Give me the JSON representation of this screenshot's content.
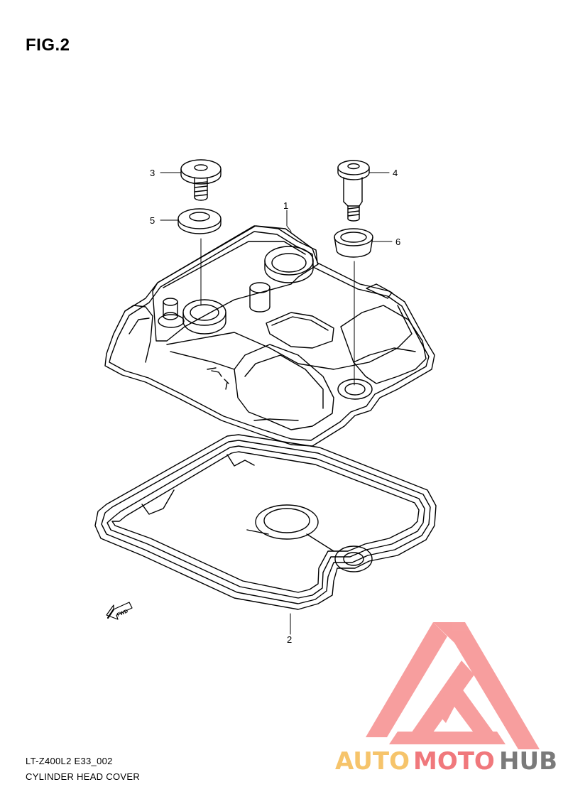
{
  "figure": {
    "title": "FIG.2"
  },
  "callouts": [
    {
      "id": "1",
      "label": "1"
    },
    {
      "id": "2",
      "label": "2"
    },
    {
      "id": "3",
      "label": "3"
    },
    {
      "id": "4",
      "label": "4"
    },
    {
      "id": "5",
      "label": "5"
    },
    {
      "id": "6",
      "label": "6"
    }
  ],
  "direction_marker": {
    "text": "FWD"
  },
  "footer": {
    "model_code": "LT-Z400L2 E33_002",
    "section_name": "CYLINDER HEAD COVER"
  },
  "watermark": {
    "part1": "AUTO",
    "part2": "MOTO",
    "part3": "HUB",
    "colors": {
      "auto": "#f6c46b",
      "moto": "#f0787c",
      "hub": "#7a7a7a",
      "triangle": "#f36b6b"
    }
  }
}
